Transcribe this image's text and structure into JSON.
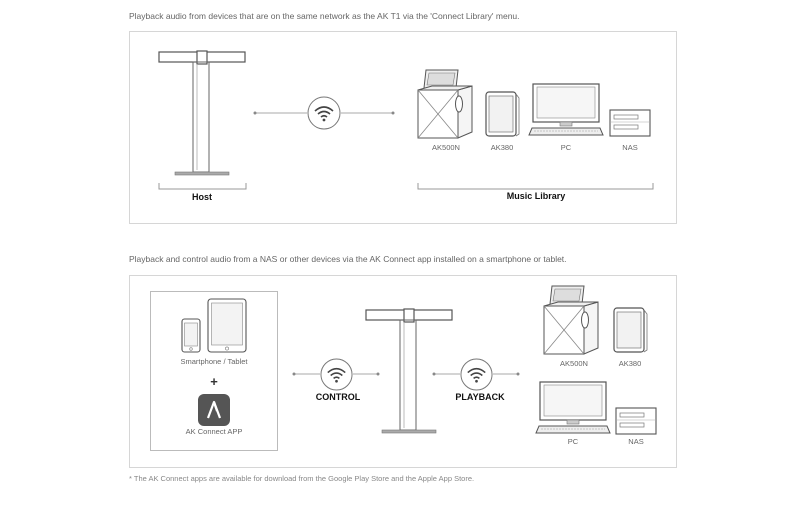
{
  "section1": {
    "caption": "Playback audio from devices that are on the same network as the AK T1 via the 'Connect Library' menu.",
    "host_label": "Host",
    "library_label": "Music Library",
    "devices": [
      "AK500N",
      "AK380",
      "PC",
      "NAS"
    ]
  },
  "section2": {
    "caption": "Playback and control audio from a NAS or other devices via the AK Connect app installed on a smartphone or tablet.",
    "smartphone_label": "Smartphone / Tablet",
    "plus": "+",
    "app_label": "AK Connect APP",
    "control_label": "CONTROL",
    "playback_label": "PLAYBACK",
    "devices": [
      "AK500N",
      "AK380",
      "PC",
      "NAS"
    ]
  },
  "footnote": "* The AK Connect apps are available for download from the Google Play Store and the Apple App Store.",
  "icons": {
    "wifi": "wifi-icon",
    "host": "ak-t1-speaker-icon",
    "ak500n": "ak500n-device-icon",
    "ak380": "ak380-player-icon",
    "pc": "pc-monitor-icon",
    "nas": "nas-drive-icon",
    "phone": "smartphone-icon",
    "tablet": "tablet-icon",
    "app": "ak-connect-app-icon"
  }
}
